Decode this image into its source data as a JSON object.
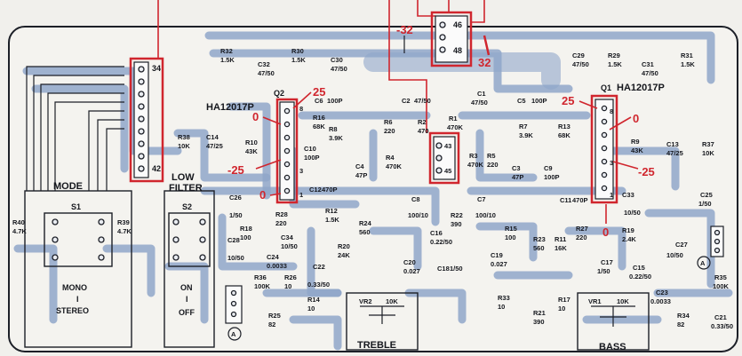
{
  "sections": {
    "mode_title": "MODE",
    "low_filter_title_1": "LOW",
    "low_filter_title_2": "FILTER",
    "mono_1": "MONO",
    "mono_2": "I",
    "mono_3": "STEREO",
    "on": "ON",
    "on_bar": "I",
    "off": "OFF",
    "treble": "TREBLE",
    "bass": "BASS"
  },
  "switches": {
    "s1": "S1",
    "s2": "S2"
  },
  "chips": {
    "q2": "Q2",
    "q2_part": "HA12017P",
    "q1": "Q1",
    "q1_part": "HA12017P"
  },
  "connectors": {
    "left_top": "34",
    "left_bottom": "42",
    "top_a": "46",
    "top_b": "48",
    "mid_a": "43",
    "mid_b": "45"
  },
  "pins": {
    "p8a": "8",
    "p3a": "3",
    "p1a": "1",
    "p8b": "8",
    "p3b": "3",
    "p1b": "1"
  },
  "markers": {
    "a_left": "A",
    "a_right": "A"
  },
  "annotations": {
    "v_minus_32": "-32",
    "v_32": "32",
    "v_25_q2": "25",
    "v_0_q2_top": "0",
    "v_minus_25_q2": "-25",
    "v_0_q2_bottom": "0",
    "v_25_q1": "25",
    "v_0_q1_top": "0",
    "v_minus_25_q1": "-25",
    "v_0_q1_bottom": "0"
  },
  "components": {
    "R32": "R32",
    "R32v": "1.5K",
    "C32": "C32",
    "C32v": "47/50",
    "R30": "R30",
    "R30v": "1.5K",
    "C30": "C30",
    "C30v": "47/50",
    "C29": "C29",
    "C29v": "47/50",
    "R29": "R29",
    "R29v": "1.5K",
    "C31": "C31",
    "C31v": "47/50",
    "R31": "R31",
    "R31v": "1.5K",
    "R16": "R16",
    "R16v": "68K",
    "C6": "C6",
    "C6v": "100P",
    "C2": "C2",
    "C2v": "47/50",
    "C1": "C1",
    "C1v": "47/50",
    "C5": "C5",
    "C5v": "100P",
    "R8": "R8",
    "R8v": "3.9K",
    "R6": "R6",
    "R6v": "220",
    "R2": "R2",
    "R2v": "470",
    "R1": "R1",
    "R1v": "470K",
    "R7": "R7",
    "R7v": "3.9K",
    "R13": "R13",
    "R13v": "68K",
    "R9": "R9",
    "R9v": "43K",
    "C13": "C13",
    "C13v": "47/25",
    "R37": "R37",
    "R37v": "10K",
    "R38": "R38",
    "R38v": "10K",
    "C14": "C14",
    "C14v": "47/25",
    "R10": "R10",
    "R10v": "43K",
    "C10": "C10",
    "C10v": "100P",
    "C4": "C4",
    "C4v": "47P",
    "R4": "R4",
    "R4v": "470K",
    "R3": "R3",
    "R3v": "470K",
    "R5": "R5",
    "R5v": "220",
    "C3": "C3",
    "C3v": "47P",
    "C9": "C9",
    "C9v": "100P",
    "C12": "C12",
    "C12v": "470P",
    "C11": "C11",
    "C11v": "470P",
    "R40": "R40",
    "R40v": "4.7K",
    "R39": "R39",
    "R39v": "4.7K",
    "C26": "C26",
    "C26v": "1/50",
    "R28": "R28",
    "R28v": "220",
    "R12": "R12",
    "R12v": "1.5K",
    "R24": "R24",
    "R24v": "560",
    "C8": "C8",
    "C8v": "100/10",
    "C7": "C7",
    "C7v": "100/10",
    "R22": "R22",
    "R22v": "390",
    "C33": "C33",
    "C33v": "10/50",
    "C25": "C25",
    "C25v": "1/50",
    "R19": "R19",
    "R19v": "2.4K",
    "R18": "R18",
    "R18v": "100",
    "C34": "C34",
    "C34v": "10/50",
    "R20": "R20",
    "R20v": "24K",
    "C16": "C16",
    "C16v": "0.22/50",
    "R15": "R15",
    "R15v": "100",
    "R23": "R23",
    "R23v": "560",
    "R11": "R11",
    "R11v": "16K",
    "R27": "R27",
    "R27v": "220",
    "C28": "C28",
    "C28v": "10/50",
    "C24": "C24",
    "C24v": "0.0033",
    "C22": "C22",
    "C22v": "0.33/50",
    "C20": "C20",
    "C20v": "0.027",
    "C18": "C18",
    "C18v": "1/50",
    "C19": "C19",
    "C19v": "0.027",
    "C17": "C17",
    "C17v": "1/50",
    "C15": "C15",
    "C15v": "0.22/50",
    "C27": "C27",
    "C27v": "10/50",
    "R36": "R36",
    "R36v": "100K",
    "R26": "R26",
    "R26v": "10",
    "R25": "R25",
    "R25v": "82",
    "R14": "R14",
    "R14v": "10",
    "VR2": "VR2",
    "VR2v": "10K",
    "R33": "R33",
    "R33v": "10",
    "R21": "R21",
    "R21v": "390",
    "R17": "R17",
    "R17v": "10",
    "VR1": "VR1",
    "VR1v": "10K",
    "C23": "C23",
    "C23v": "0.0033",
    "R34": "R34",
    "R34v": "82",
    "R35": "R35",
    "R35v": "100K",
    "C21": "C21",
    "C21v": "0.33/50"
  }
}
